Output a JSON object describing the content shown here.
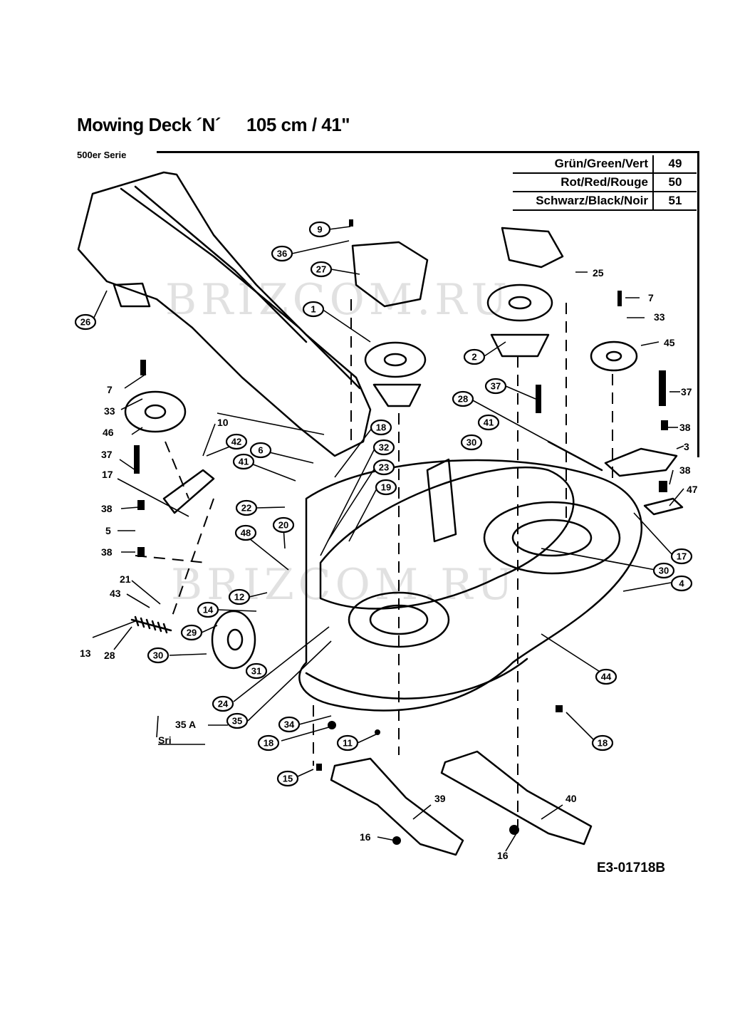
{
  "title": {
    "model": "Mowing Deck ´N´",
    "size": "105 cm / 41\""
  },
  "series_label": "500er Serie",
  "color_codes": [
    {
      "name": "Grün/Green/Vert",
      "code": "49"
    },
    {
      "name": "Rot/Red/Rouge",
      "code": "50"
    },
    {
      "name": "Schwarz/Black/Noir",
      "code": "51"
    }
  ],
  "document_number": "E3-01718B",
  "watermark": "BRIZCOM.RU",
  "callouts": {
    "c26": "26",
    "c9": "9",
    "c36": "36",
    "c27": "27",
    "c1": "1",
    "c2": "2",
    "c28": "28",
    "c37": "37",
    "c41": "41",
    "c30": "30",
    "c18": "18",
    "c6": "6",
    "c32": "32",
    "c23": "23",
    "c19": "19",
    "c42": "42",
    "c41b": "41",
    "c22": "22",
    "c48": "48",
    "c20": "20",
    "c12": "12",
    "c14": "14",
    "c29": "29",
    "c30b": "30",
    "c31": "31",
    "c24": "24",
    "c35": "35",
    "c34": "34",
    "c18b": "18",
    "c11": "11",
    "c15": "15",
    "c17": "17",
    "c30c": "30",
    "c4": "4",
    "c44": "44",
    "c18c": "18"
  },
  "plain_labels": {
    "p25": "25",
    "p7a": "7",
    "p33a": "33",
    "p45": "45",
    "p37a": "37",
    "p38a": "38",
    "p3": "3",
    "p38b": "38",
    "p47": "47",
    "p7b": "7",
    "p33b": "33",
    "p46": "46",
    "p10": "10",
    "p37b": "37",
    "p17": "17",
    "p38c": "38",
    "p5": "5",
    "p38d": "38",
    "p21": "21",
    "p43": "43",
    "p13": "13",
    "p28": "28",
    "p35a": "35 A",
    "p39": "39",
    "p16a": "16",
    "p40": "40",
    "p16b": "16"
  },
  "scale_label": "Sri"
}
